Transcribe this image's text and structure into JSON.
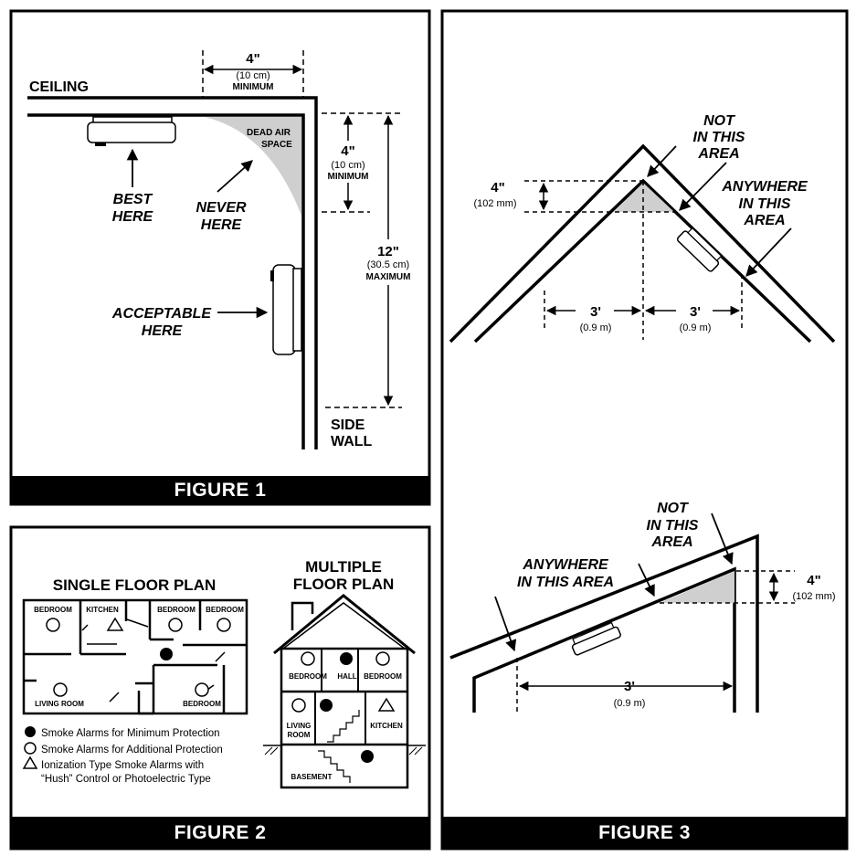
{
  "figure1": {
    "caption": "FIGURE 1",
    "ceiling": "CEILING",
    "side_wall": [
      "SIDE",
      "WALL"
    ],
    "dead_air_space": [
      "DEAD AIR",
      "SPACE"
    ],
    "best_here": [
      "BEST",
      "HERE"
    ],
    "never_here": [
      "NEVER",
      "HERE"
    ],
    "acceptable_here": [
      "ACCEPTABLE",
      "HERE"
    ],
    "dim_top": {
      "value": "4\"",
      "metric": "(10 cm)",
      "note": "MINIMUM"
    },
    "dim_side": {
      "value": "4\"",
      "metric": "(10 cm)",
      "note": "MINIMUM"
    },
    "dim_max": {
      "value": "12\"",
      "metric": "(30.5 cm)",
      "note": "MAXIMUM"
    }
  },
  "figure2": {
    "caption": "FIGURE 2",
    "single_title": "SINGLE FLOOR PLAN",
    "multiple_title": [
      "MULTIPLE",
      "FLOOR PLAN"
    ],
    "single_rooms": [
      "BEDROOM",
      "KITCHEN",
      "BEDROOM",
      "BEDROOM",
      "LIVING ROOM",
      "BEDROOM"
    ],
    "house_rooms": [
      "BEDROOM",
      "HALL",
      "BEDROOM",
      "LIVING",
      "ROOM",
      "KITCHEN",
      "BASEMENT"
    ],
    "legend": [
      "Smoke Alarms for Minimum Protection",
      "Smoke Alarms for Additional Protection",
      "Ionization Type Smoke Alarms with",
      "“Hush” Control or Photoelectric Type"
    ]
  },
  "figure3": {
    "caption": "FIGURE 3",
    "peak_not": [
      "NOT",
      "IN THIS",
      "AREA"
    ],
    "peak_anywhere": [
      "ANYWHERE",
      "IN THIS",
      "AREA"
    ],
    "peak_dim": {
      "value": "4\"",
      "metric": "(102 mm)"
    },
    "peak_left": {
      "value": "3'",
      "metric": "(0.9 m)"
    },
    "peak_right": {
      "value": "3'",
      "metric": "(0.9 m)"
    },
    "slope_not": [
      "NOT",
      "IN THIS",
      "AREA"
    ],
    "slope_anywhere": [
      "ANYWHERE",
      "IN THIS AREA"
    ],
    "slope_dim": {
      "value": "4\"",
      "metric": "(102 mm)"
    },
    "slope_span": {
      "value": "3'",
      "metric": "(0.9 m)"
    }
  }
}
